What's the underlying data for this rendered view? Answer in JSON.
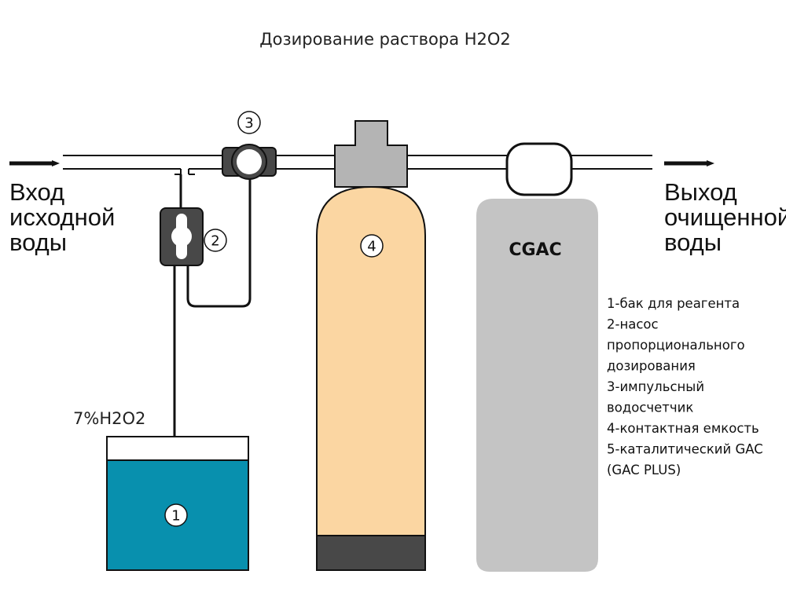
{
  "title": "Дозирование раствора H2O2",
  "inlet_label": [
    "Вход",
    "исходной",
    "воды"
  ],
  "outlet_label": [
    "Выход",
    "очищенной",
    "воды"
  ],
  "reagent_label": "7%H2O2",
  "component_numbers": {
    "tank": "1",
    "pump": "2",
    "meter": "3",
    "contact_vessel": "4"
  },
  "filter_label": "CGAC",
  "legend": [
    "1-бак для реагента",
    "2-насос",
    "пропорционального",
    "дозирования",
    "3-импульсный",
    "водосчетчик",
    "4-контактная емкость",
    "5-каталитический GAC",
    "(GAC PLUS)"
  ],
  "colors": {
    "tank_water": "#0890AE",
    "contact_vessel": "#FBD6A2",
    "vessel_base": "#484848",
    "filter": "#C4C4C4",
    "device_body": "#484848",
    "valve_head": "#B4B4B4"
  }
}
